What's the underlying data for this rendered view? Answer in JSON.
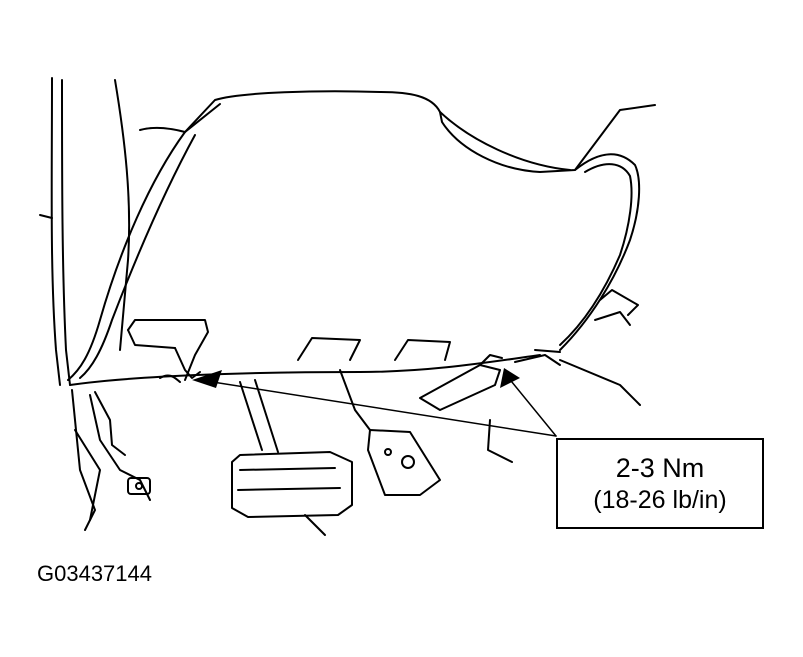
{
  "callout": {
    "torque_nm": "2-3 Nm",
    "torque_lbin": "(18-26 lb/in)"
  },
  "figure_id": "G03437144",
  "icons": [
    "pedal-icon",
    "arrow-icon"
  ]
}
